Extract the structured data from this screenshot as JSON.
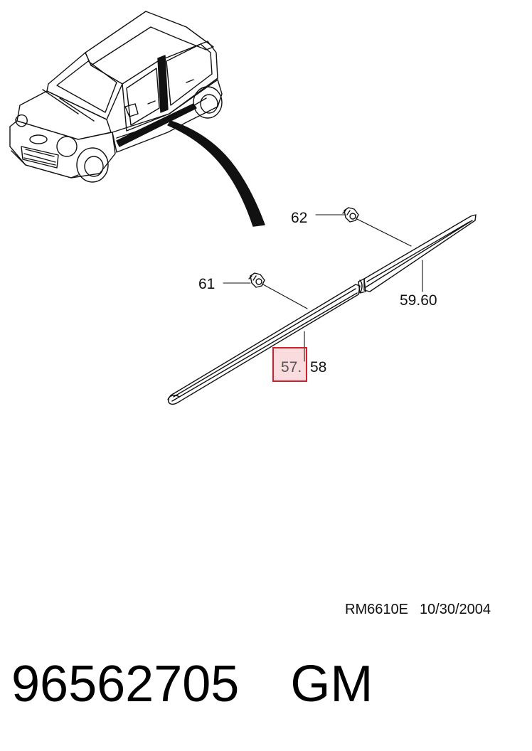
{
  "callouts": {
    "c62": "62",
    "c61": "61",
    "c5960": "59.60",
    "c57": "57.",
    "c58": "58"
  },
  "reference": {
    "code": "RM6610E",
    "date": "10/30/2004"
  },
  "part": {
    "number": "96562705",
    "brand": "GM"
  },
  "highlight_color": "#d21e2d"
}
